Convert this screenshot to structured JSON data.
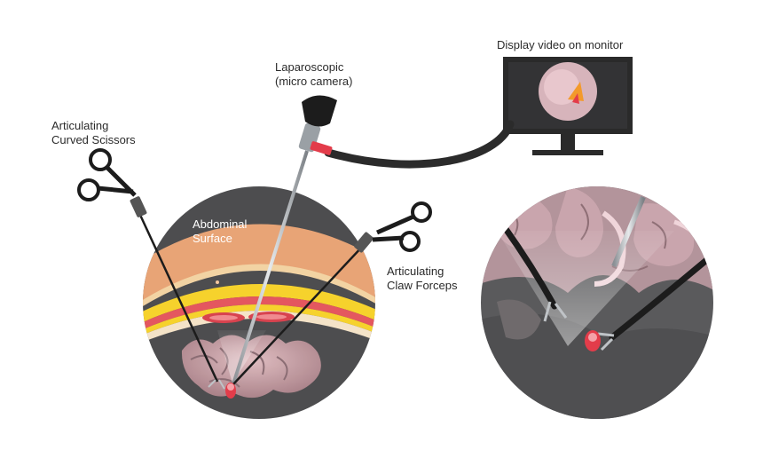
{
  "labels": {
    "scissors": {
      "line1": "Articulating",
      "line2": "Curved Scissors"
    },
    "camera": {
      "line1": "Laparoscopic",
      "line2": "(micro camera)"
    },
    "monitor": "Display video on monitor",
    "surface": {
      "line1": "Abdominal",
      "line2": "Surface"
    },
    "forceps": {
      "line1": "Articulating",
      "line2": "Claw Forceps"
    }
  },
  "colors": {
    "cavity": "#4d4d4f",
    "fat": "#e8a476",
    "fat_band": "#f2d3a3",
    "yellow_layer": "#f6d22c",
    "muscle": "#e4575f",
    "organ": "#c79aa2",
    "organ_dark": "#8f6f76",
    "instrument": "#1c1c1c",
    "metal": "#bfc3c7",
    "monitor_frame": "#2a2a2a",
    "highlight": "#e33c4a"
  }
}
